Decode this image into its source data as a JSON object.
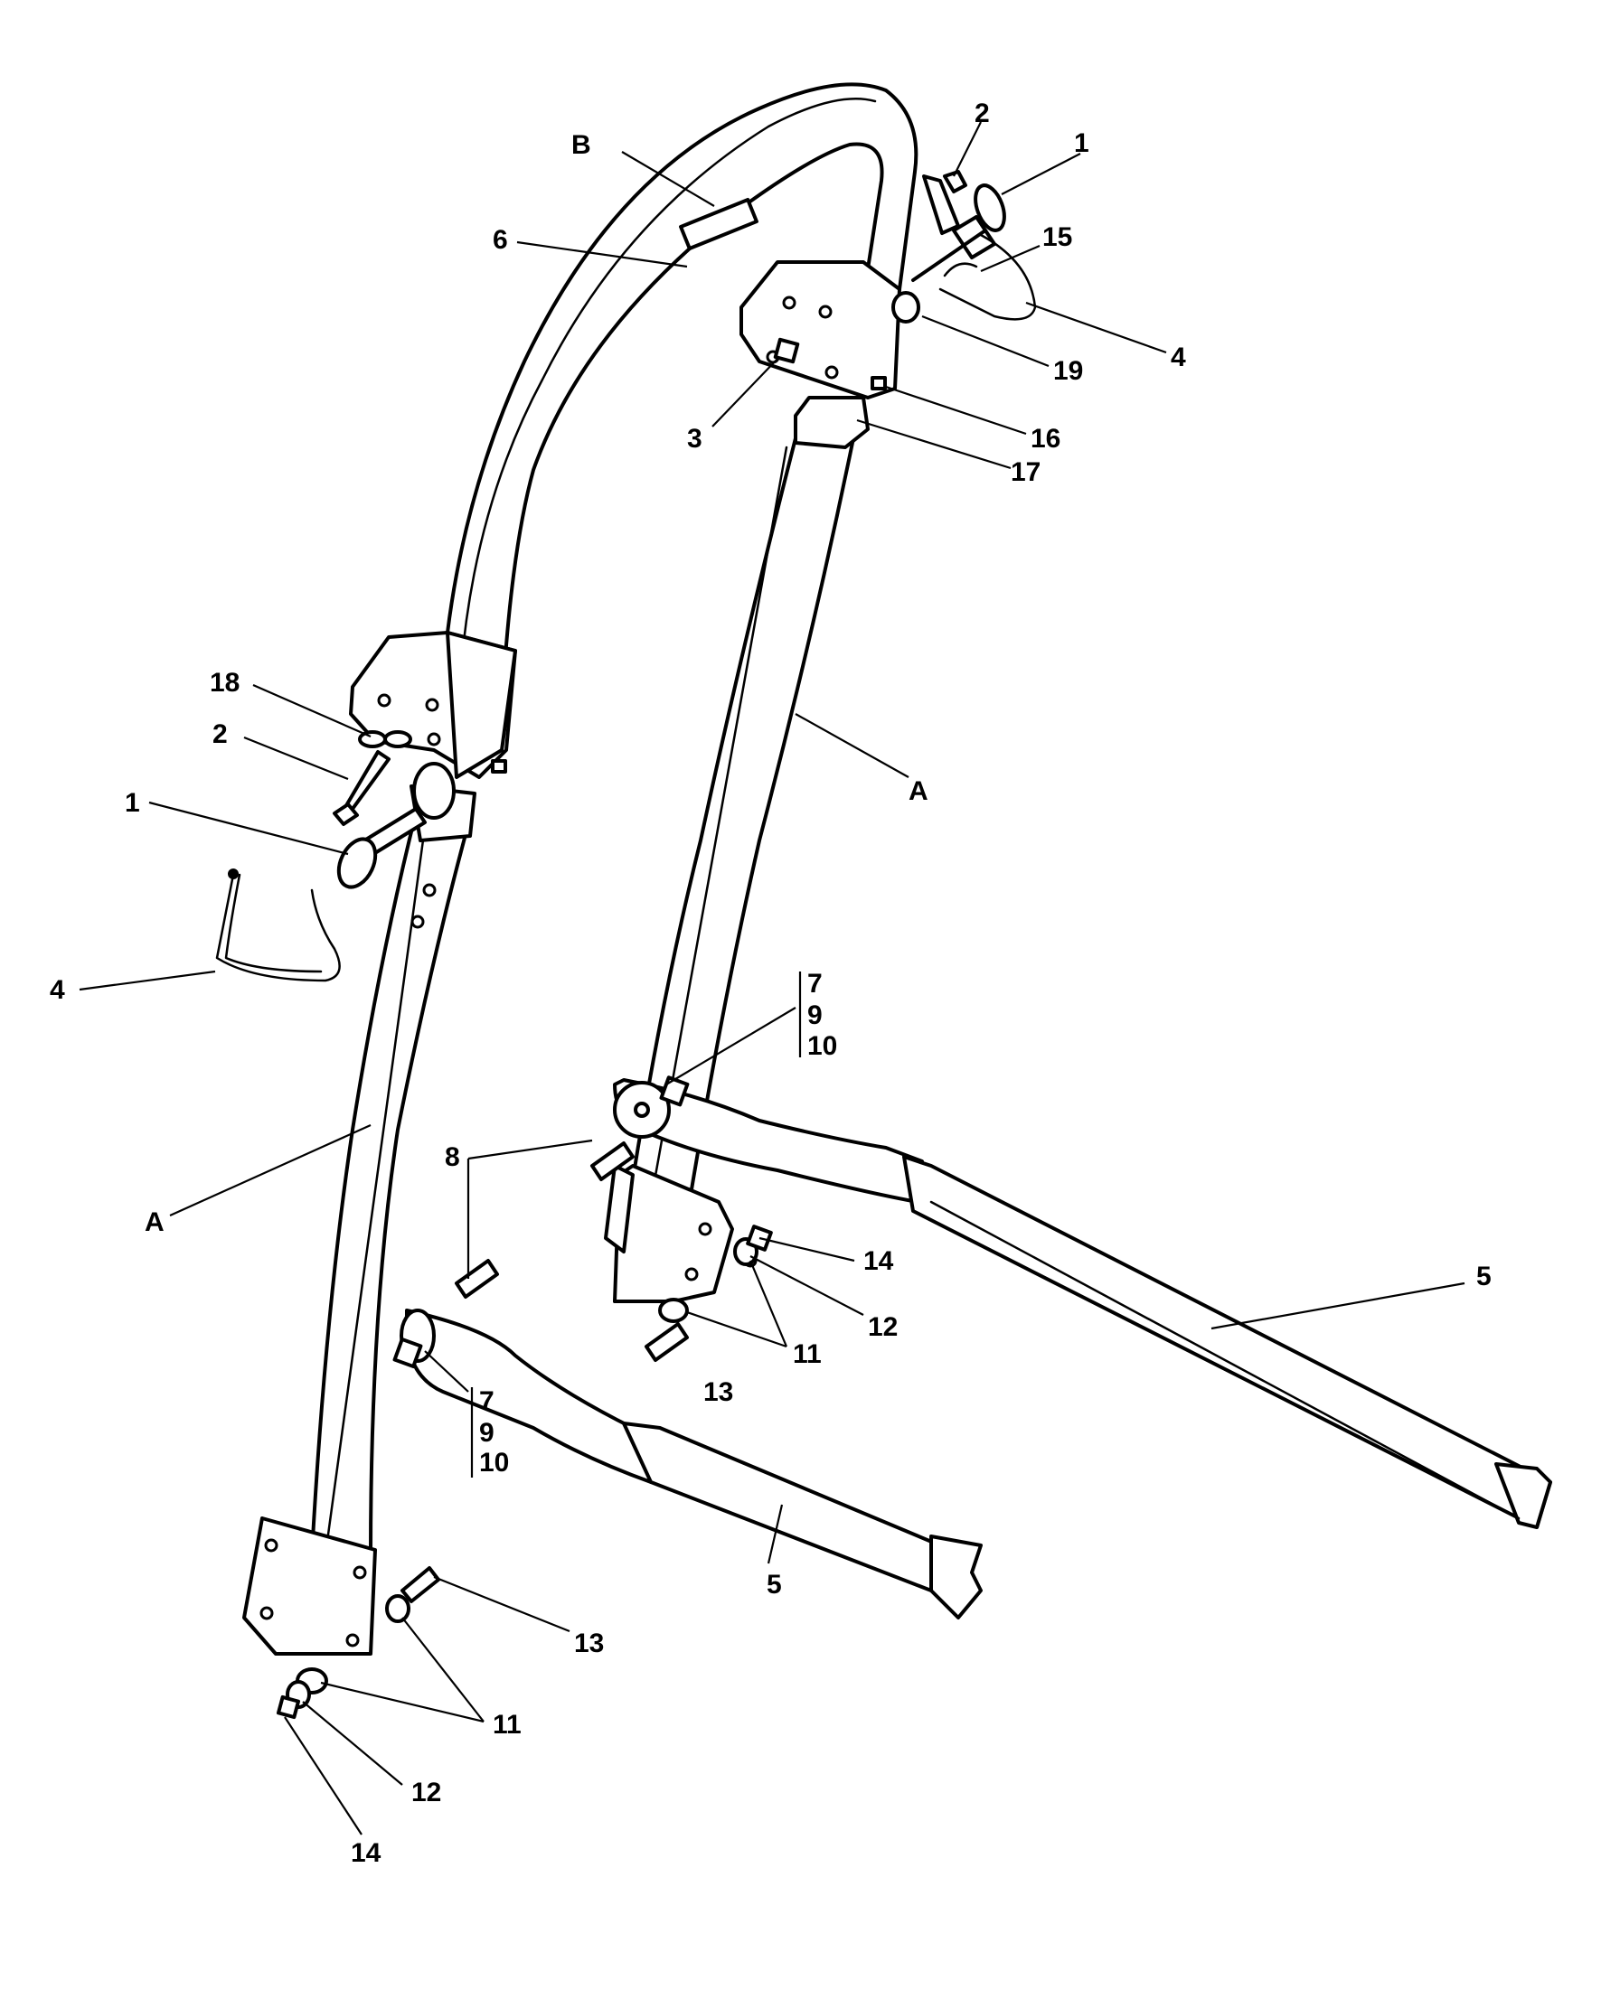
{
  "callouts": {
    "c1_top": "1",
    "c2_top": "2",
    "c15": "15",
    "cB": "B",
    "c6": "6",
    "c4_top": "4",
    "c19": "19",
    "c3": "3",
    "c16": "16",
    "c17": "17",
    "cA_right": "A",
    "c18": "18",
    "c2_left": "2",
    "c1_left": "1",
    "c4_left": "4",
    "cA_left": "A",
    "c8": "8",
    "g1_7": "7",
    "g1_9": "9",
    "g1_10": "10",
    "g2_7": "7",
    "g2_9": "9",
    "g2_10": "10",
    "c14_upper": "14",
    "c12_upper": "12",
    "c11_upper": "11",
    "c13_upper": "13",
    "c5_right": "5",
    "c5_lower": "5",
    "c13_lower": "13",
    "c11_lower": "11",
    "c12_lower": "12",
    "c14_lower": "14"
  }
}
